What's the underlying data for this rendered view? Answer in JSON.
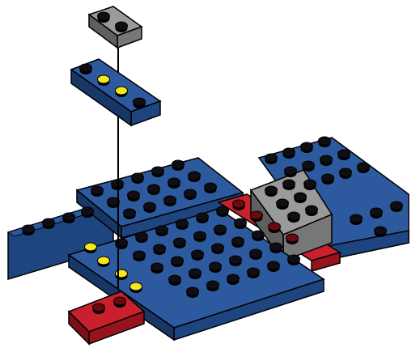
{
  "scene": {
    "kind": "lego-building-instruction",
    "colors": {
      "blue_top": "#2d5a9e",
      "blue_side": "#1f4580",
      "blue_dark": "#173767",
      "grey_top": "#9a9a9a",
      "grey_side": "#777777",
      "red_top": "#c8202c",
      "red_side": "#97141e",
      "yellow": "#f6e61c",
      "stud_dark": "#0e0e14",
      "outline": "#000000",
      "edge_highlight": "#8fb0de"
    },
    "parts": [
      {
        "id": "grey-plate-1x2",
        "color": "grey",
        "studs": 2
      },
      {
        "id": "blue-plate-1x4",
        "color": "blue",
        "studs": 4,
        "yellow_studs": 2
      },
      {
        "id": "base-assembly",
        "color": "blue",
        "accents": [
          "red",
          "grey",
          "yellow"
        ]
      }
    ]
  }
}
